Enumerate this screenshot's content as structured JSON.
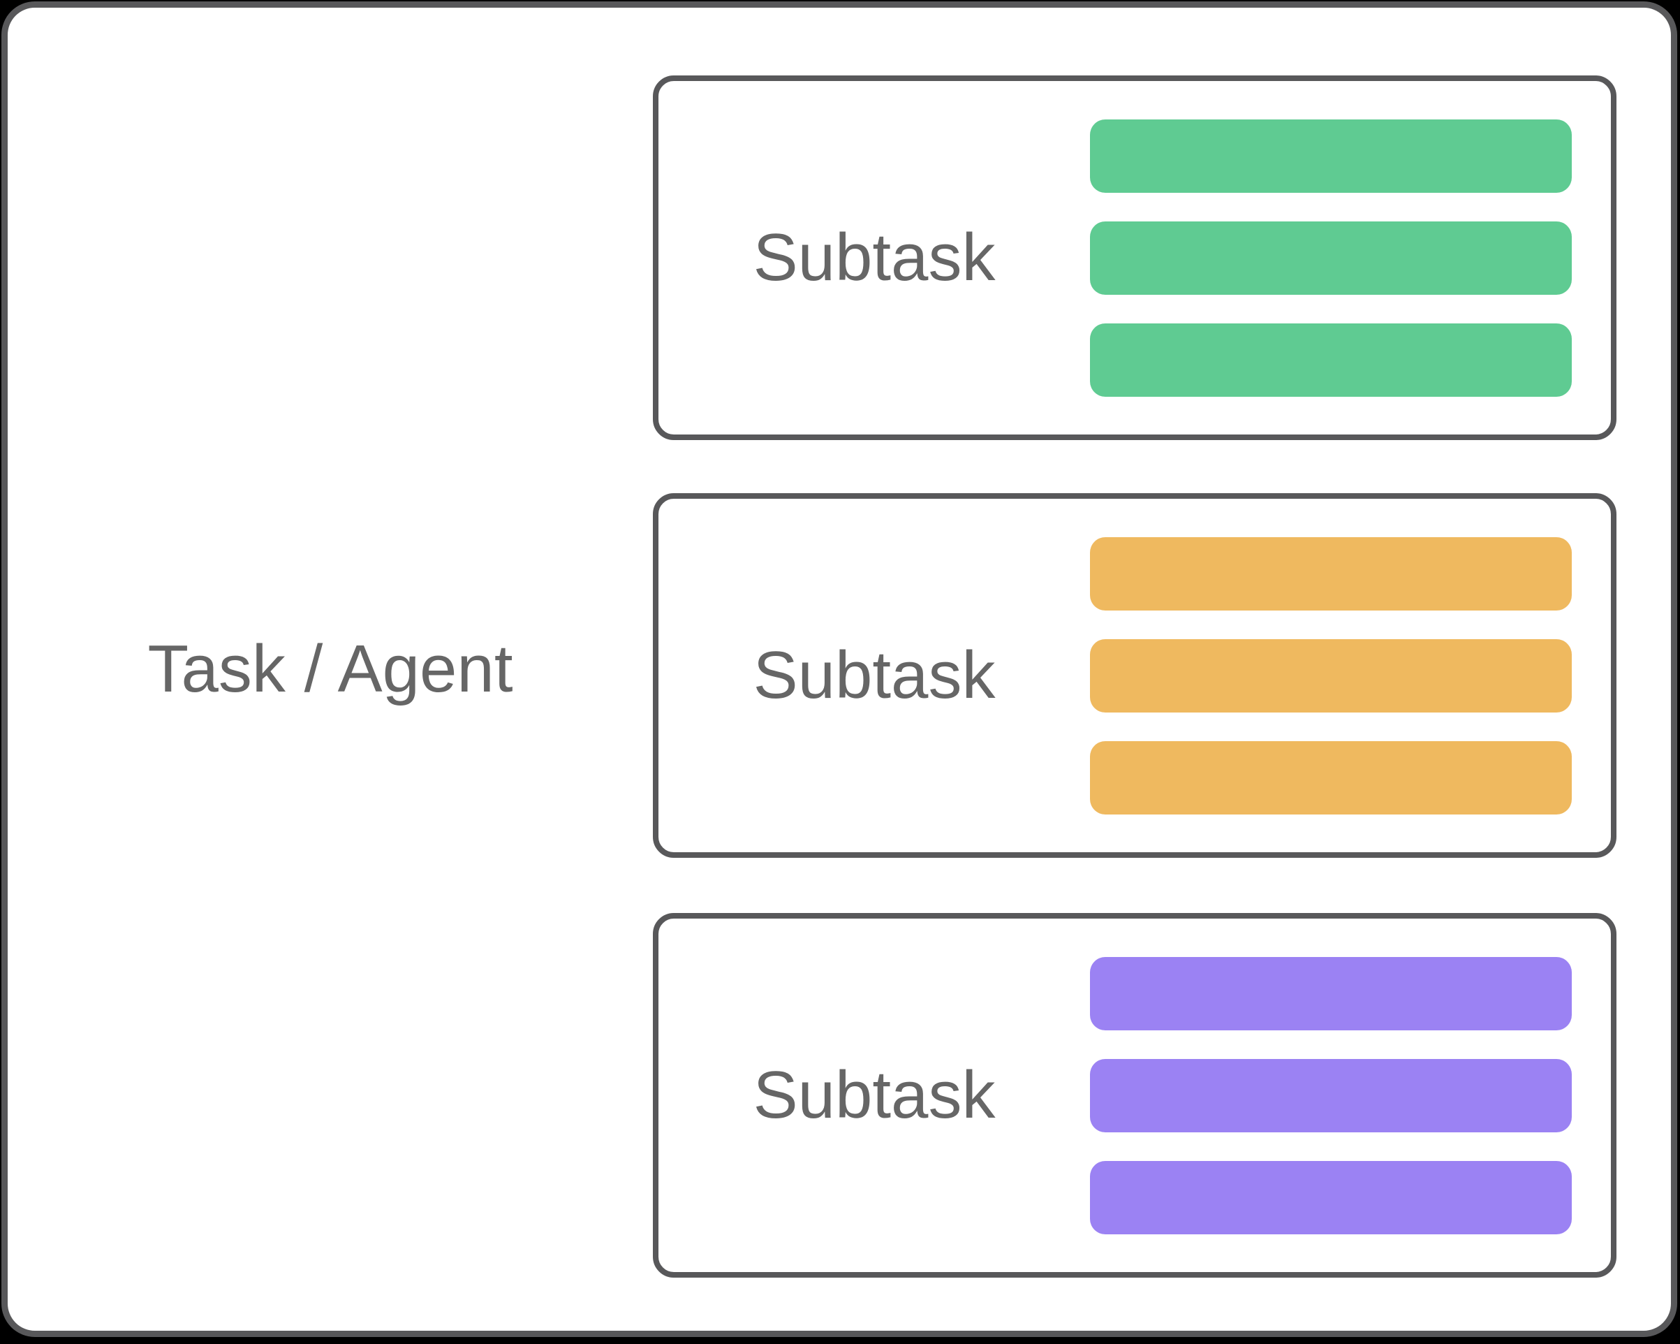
{
  "diagram": {
    "task_label": "Task / Agent",
    "subtask_groups": [
      {
        "label": "Subtask",
        "bar_color": "#5fcb92",
        "bar_count": 3
      },
      {
        "label": "Subtask",
        "bar_color": "#efb95f",
        "bar_count": 3
      },
      {
        "label": "Subtask",
        "bar_color": "#9b82f3",
        "bar_count": 3
      }
    ]
  },
  "colors": {
    "canvas_background": "#000000",
    "container_background": "#ffffff",
    "border_gray": "#58585a",
    "label_text": "#666666",
    "green": "#5fcb92",
    "orange": "#efb95f",
    "purple": "#9b82f3"
  }
}
